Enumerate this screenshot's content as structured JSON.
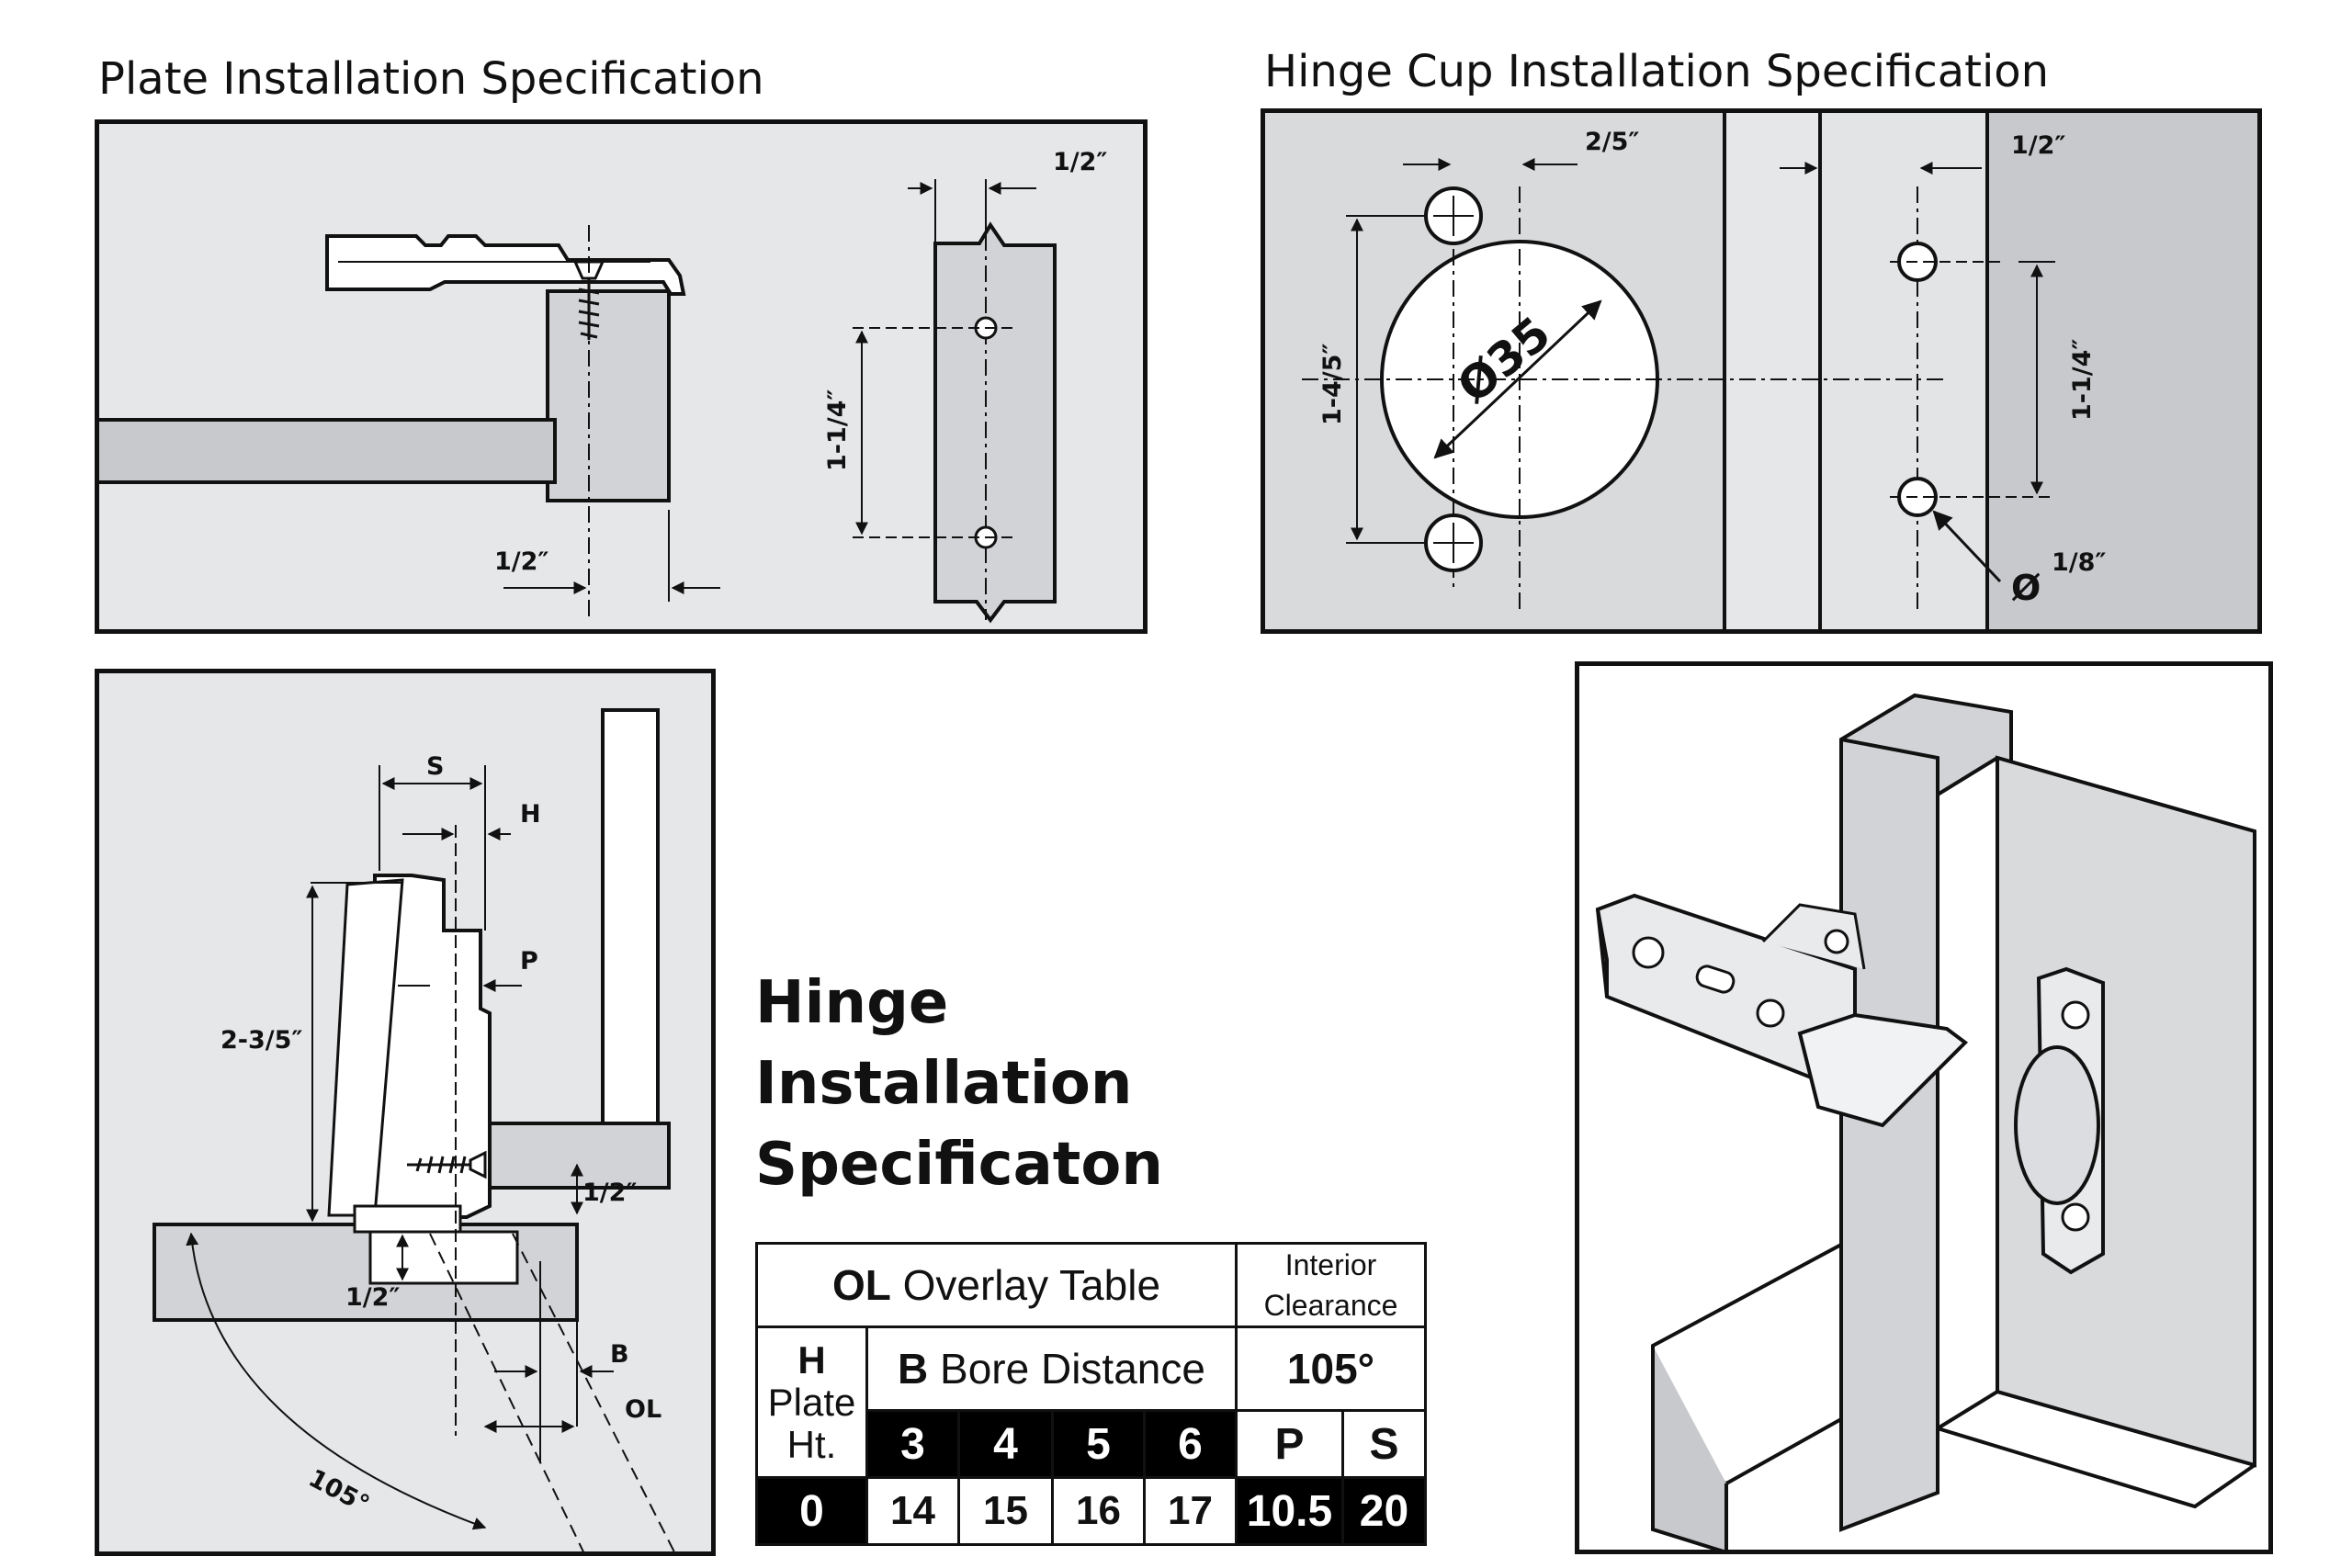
{
  "titles": {
    "plate": "Plate Installation Specification",
    "cup": "Hinge Cup Installation Specification",
    "hinge_line1": "Hinge",
    "hinge_line2": "Installation",
    "hinge_line3": "Specificaton"
  },
  "plate_diagram": {
    "dim_top": "1/2″",
    "dim_vertical": "1-1/4″",
    "dim_bottom": "1/2″"
  },
  "cup_diagram": {
    "dim_offset": "2/5″",
    "dim_edge": "1/2″",
    "dim_left_vertical": "1-4/5″",
    "dim_right_vertical": "1-1/4″",
    "cup_diameter": "Ø35",
    "hole_symbol": "Ø",
    "hole_diameter": "1/8″"
  },
  "side_diagram": {
    "label_s": "S",
    "label_h": "H",
    "label_p": "P",
    "label_b": "B",
    "label_ol": "OL",
    "dim_height": "2-3/5″",
    "dim_screw": "1/2″",
    "dim_plate": "1/2″",
    "angle": "105°"
  },
  "overlay_table": {
    "ol": "OL",
    "title": "Overlay Table",
    "interior_line1": "Interior",
    "interior_line2": "Clearance",
    "h": "H",
    "plate_line1": "Plate",
    "plate_line2": "Ht.",
    "b": "B",
    "bore": "Bore Distance",
    "angle": "105°",
    "bore_headers": [
      "3",
      "4",
      "5",
      "6"
    ],
    "p_header": "P",
    "s_header": "S",
    "plate_height": "0",
    "bore_values": [
      "14",
      "15",
      "16",
      "17"
    ],
    "p_value": "10.5",
    "s_value": "20"
  }
}
